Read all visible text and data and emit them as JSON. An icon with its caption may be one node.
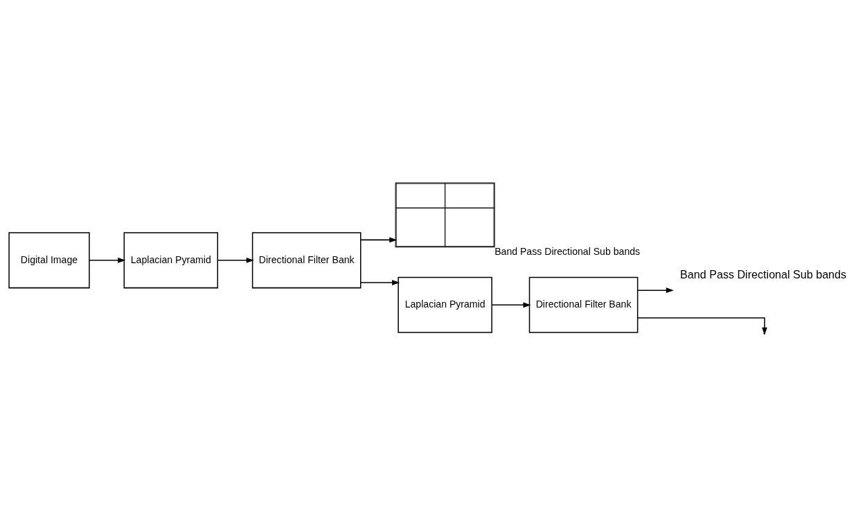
{
  "diagram": {
    "nodes": [
      {
        "text": [
          "Digital Image"
        ]
      },
      {
        "text": [
          "Laplacian Pyramid"
        ]
      },
      {
        "text": [
          "Directional Filter Bank"
        ]
      },
      {
        "text": [],
        "shape": "box",
        "beside": [
          "Band Pass Directional Sub bands"
        ]
      },
      {
        "text": [
          "Laplacian Pyramid"
        ]
      },
      {
        "text": [
          "Directional Filter Bank"
        ]
      },
      {
        "text": [
          "Band Pass Directional Sub bands"
        ]
      }
    ],
    "edges": [
      {
        "from": 0,
        "to": 1,
        "arrow": "to"
      },
      {
        "from": 1,
        "to": 2,
        "arrow": "to"
      },
      {
        "from": 2,
        "to": 3,
        "arrow": "to"
      },
      {
        "from": 2,
        "to": 4,
        "arrow": "to"
      },
      {
        "from": 4,
        "to": 5,
        "arrow": "to"
      },
      {
        "from": 5,
        "to": 6,
        "arrow": "to"
      },
      {
        "from": 5,
        "to": null,
        "arrow": "to"
      }
    ]
  }
}
